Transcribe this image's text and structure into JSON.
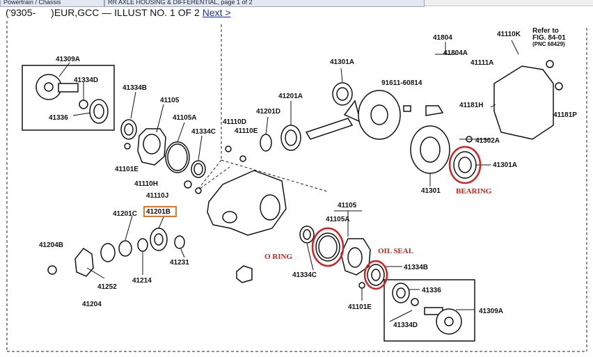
{
  "browser": {
    "tabs": [
      "Powertrain / Chassis",
      "RR AXLE HOUSING & DIFFERENTIAL, page 1 of 2"
    ]
  },
  "header": {
    "model_prefix": "('9305-",
    "market": ")EUR,GCC",
    "separator": "—",
    "illust_text": "ILLUST NO. 1 OF 2",
    "next_link": "Next >"
  },
  "diagram": {
    "labels": {
      "p41309A_top": "41309A",
      "p41334D_top": "41334D",
      "p41336_top": "41336",
      "p41334B_top": "41334B",
      "p41105_top": "41105",
      "p41105A_top": "41105A",
      "p41334C_top": "41334C",
      "p41101E_top": "41101E",
      "p41110D": "41110D",
      "p41110E": "41110E",
      "p41201D": "41201D",
      "p41201A": "41201A",
      "p41301A_top": "41301A",
      "p91611": "91611-60814",
      "p41804": "41804",
      "p41804A": "41804A",
      "p41110K": "41110K",
      "p41111A": "41111A",
      "p41181H": "41181H",
      "p41181P": "41181P",
      "p41302A": "41302A",
      "p41301A_right": "41301A",
      "p41301": "41301",
      "p41110H": "41110H",
      "p41110J": "41110J",
      "p41201C": "41201C",
      "p41201B": "41201B",
      "p41204B": "41204B",
      "p41252": "41252",
      "p41214": "41214",
      "p41231": "41231",
      "p41204": "41204",
      "p41105_bot": "41105",
      "p41105A_bot": "41105A",
      "p41334C_bot": "41334C",
      "p41334B_bot": "41334B",
      "p41101E_bot": "41101E",
      "p41336_bot": "41336",
      "p41334D_bot": "41334D",
      "p41309A_bot": "41309A",
      "refer1": "Refer to",
      "refer2": "FIG. 84-01",
      "refer3": "(PNC 68429)"
    },
    "annotations": {
      "bearing": "BEARING",
      "o_ring": "O RING",
      "oil_seal": "OIL SEAL"
    },
    "highlight_color": "#e07820",
    "annotation_color": "#d22222"
  }
}
